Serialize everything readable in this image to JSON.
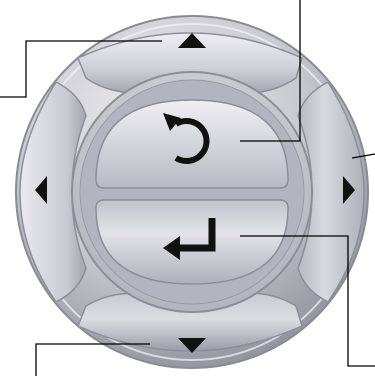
{
  "controller": {
    "buttons": [
      {
        "key": "up",
        "icon": "arrow-up-icon"
      },
      {
        "key": "down",
        "icon": "arrow-down-icon"
      },
      {
        "key": "left",
        "icon": "arrow-left-icon"
      },
      {
        "key": "right",
        "icon": "arrow-right-icon"
      },
      {
        "key": "back",
        "icon": "undo-icon"
      },
      {
        "key": "enter",
        "icon": "enter-return-icon"
      }
    ],
    "colors": {
      "body_light": "#d9d9df",
      "body_dark": "#9c9ca6",
      "button_light": "#e6e6ec",
      "button_dark": "#a9a9b3",
      "icon": "#111111",
      "callout": "#000000",
      "background": "#ffffff"
    }
  }
}
